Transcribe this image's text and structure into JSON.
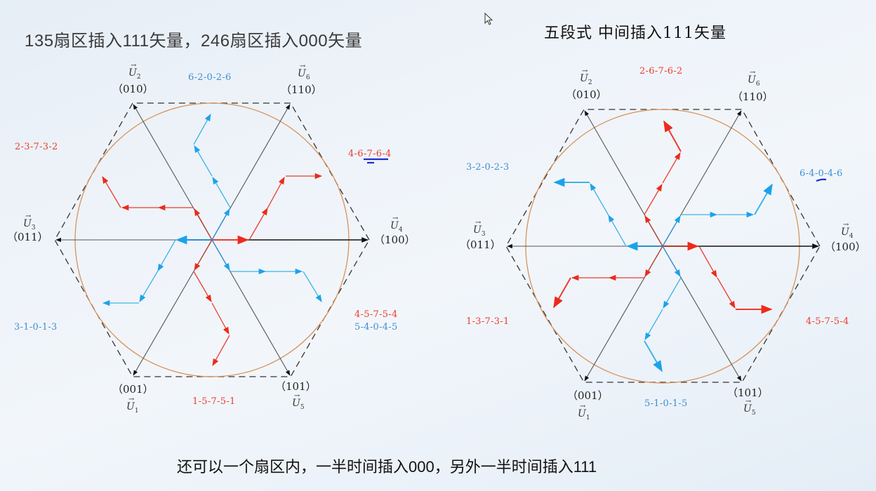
{
  "titles": {
    "left": "135扇区插入111矢量，246扇区插入000矢量",
    "right": "五段式 中间插入111矢量",
    "footer": "还可以一个扇区内，一半时间插入000，另外一半时间插入111"
  },
  "colors": {
    "red_trajectory": "#ee3b2e",
    "blue_trajectory": "#2aa6e8",
    "circle": "#d9925a",
    "hexagon": "#333333",
    "axis": "#555555",
    "annotation_underline": "#1a2fd0"
  },
  "left_diagram": {
    "vectors": {
      "u2": {
        "name": "U",
        "sub": "2",
        "code": "（010）"
      },
      "u6": {
        "name": "U",
        "sub": "6",
        "code": "（110）"
      },
      "u3": {
        "name": "U",
        "sub": "3",
        "code": "（011）"
      },
      "u4": {
        "name": "U",
        "sub": "4",
        "code": "（100）"
      },
      "u1": {
        "name": "U",
        "sub": "1",
        "code": "（001）"
      },
      "u5": {
        "name": "U",
        "sub": "5",
        "code": "（101）"
      }
    },
    "sequences": {
      "top": "6-2-0-2-6",
      "upper_left": "2-3-7-3-2",
      "upper_right": "4-6-7-6-4",
      "lower_left": "3-1-0-1-3",
      "lower_right_red": "4-5-7-5-4",
      "lower_right_blue": "5-4-0-4-5",
      "bottom": "1-5-7-5-1"
    }
  },
  "right_diagram": {
    "vectors": {
      "u2": {
        "name": "U",
        "sub": "2",
        "code": "（010）"
      },
      "u6": {
        "name": "U",
        "sub": "6",
        "code": "（110）"
      },
      "u3": {
        "name": "U",
        "sub": "3",
        "code": "（011）"
      },
      "u4": {
        "name": "U",
        "sub": "4",
        "code": "（100）"
      },
      "u1": {
        "name": "U",
        "sub": "1",
        "code": "（001）"
      },
      "u5": {
        "name": "U",
        "sub": "5",
        "code": "（101）"
      }
    },
    "sequences": {
      "top": "2-6-7-6-2",
      "upper_left": "3-2-0-2-3",
      "upper_right": "6-4-0-4-6",
      "lower_left": "1-3-7-3-1",
      "lower_right": "4-5-7-5-4",
      "bottom": "5-1-0-1-5"
    }
  },
  "icons": {
    "cursor": "mouse-pointer-icon"
  }
}
